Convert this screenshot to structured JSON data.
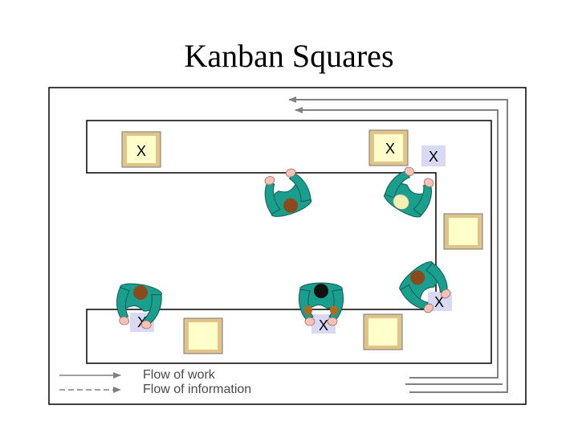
{
  "slide": {
    "title": "Kanban Squares"
  },
  "kanban_marks": {
    "empty_marker": "X"
  },
  "legend": {
    "work_label": "Flow of work",
    "information_label": "Flow of information"
  },
  "colors": {
    "square_fill": "#ffffcc",
    "square_border": "#e0c48a",
    "mark_fill": "#d9d9f5",
    "worker_shirt": "#1a9e8e",
    "worker_hand": "#f4c2b8",
    "flow_line": "#808080"
  },
  "icons": {
    "worker": "worker-top-view-icon",
    "kanban_square": "kanban-square-icon"
  }
}
